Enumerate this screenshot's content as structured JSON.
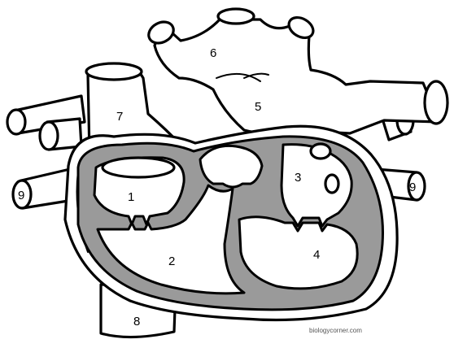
{
  "labels": {
    "right_atrium": "1",
    "right_ventricle": "2",
    "left_atrium": "3",
    "left_ventricle": "4",
    "aorta": "5",
    "aortic_arch_branches": "6",
    "superior_vena_cava": "7",
    "inferior_vena_cava": "8",
    "pulmonary_vessel_right": "9",
    "pulmonary_vessel_left": "9"
  },
  "credit": "biologycorner.com",
  "colors": {
    "line": "#000000",
    "myocardium": "#9a9a9a",
    "background": "#ffffff"
  }
}
